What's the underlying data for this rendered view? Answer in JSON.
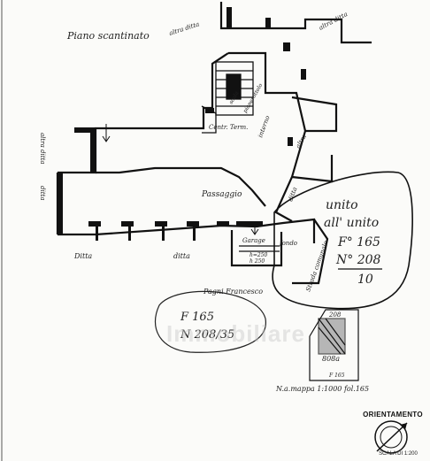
{
  "plan": {
    "floor_title": "Piano scantinato",
    "neighbor_top": "altra ditta",
    "neighbor_top_right": "altra ditta",
    "rooms": {
      "stairs": "scala",
      "landing": "pianerottolo",
      "central_room": "Centr. Term.",
      "interior": "interno",
      "corridor": "Passaggio",
      "garage_label": "Garage",
      "garage_sub": "h=250",
      "garage_height": "h 250",
      "fondo": "fondo"
    },
    "sides": {
      "left_vertical": "altra ditta",
      "left_vertical_2": "ditta",
      "right_diagonal_1": "altra",
      "right_diagonal_2": "ditta",
      "bottom_left": "Ditta",
      "bottom_mid": "ditta",
      "bottom_street": "Pagni Francesco",
      "road": "Strada comunale"
    }
  },
  "annotations": {
    "stamp_lines": [
      "unito",
      "all' unito",
      "F° 165",
      "N° 208",
      "10"
    ],
    "handwritten_id": [
      "F 165",
      "N 208/35"
    ],
    "site_map_labels": [
      "208",
      "808a",
      "F 165"
    ],
    "scale_note": "N.a.mappa 1:1000 fol.165"
  },
  "legend": {
    "orientation_title": "ORIENTAMENTO",
    "scale": "SCALA DI 1:200"
  },
  "watermark": "Immobiliare"
}
